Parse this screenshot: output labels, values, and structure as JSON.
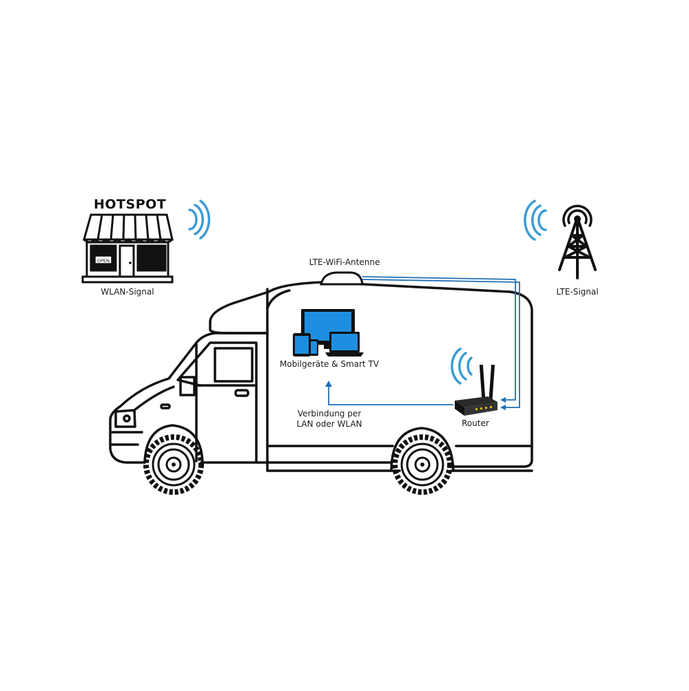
{
  "diagram": {
    "hotspot": {
      "title": "HOTSPOT",
      "sign": "OPEN",
      "caption": "WLAN-Signal"
    },
    "tower": {
      "caption": "LTE-Signal"
    },
    "antenna": {
      "caption": "LTE-WiFi-Antenne"
    },
    "devices": {
      "caption": "Mobilgeräte & Smart TV"
    },
    "router": {
      "caption": "Router"
    },
    "connection": {
      "line1": "Verbindung per",
      "line2": "LAN oder WLAN"
    },
    "colors": {
      "signal": "#3a9bd6",
      "cable": "#1f6fb5",
      "screen": "#1e8fe0",
      "outline": "#111111"
    }
  }
}
